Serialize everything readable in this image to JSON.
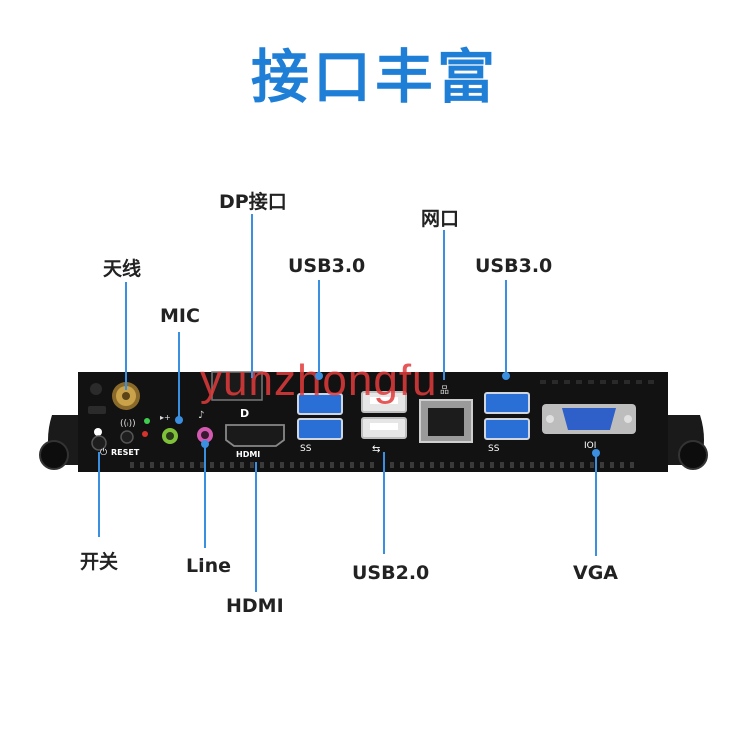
{
  "title": "接口丰富",
  "labels": {
    "antenna": "天线",
    "mic": "MIC",
    "dp": "DP接口",
    "usb3_left": "USB3.0",
    "lan": "网口",
    "usb3_right": "USB3.0",
    "power": "开关",
    "line": "Line",
    "hdmi": "HDMI",
    "usb2": "USB2.0",
    "vga": "VGA"
  },
  "panel_print": {
    "reset": "RESET",
    "hdmi": "HDMI",
    "ss": "SS",
    "vga": "IOI"
  },
  "watermark": "yunzhongfu",
  "colors": {
    "title": "#1f7fd6",
    "leader_line": "#3b8fe0",
    "panel": "#121212",
    "usb3_blue": "#2a6fd6",
    "vga_blue": "#2f5fc8",
    "mic_green": "#7fc23a",
    "line_pink": "#d35ab0"
  }
}
